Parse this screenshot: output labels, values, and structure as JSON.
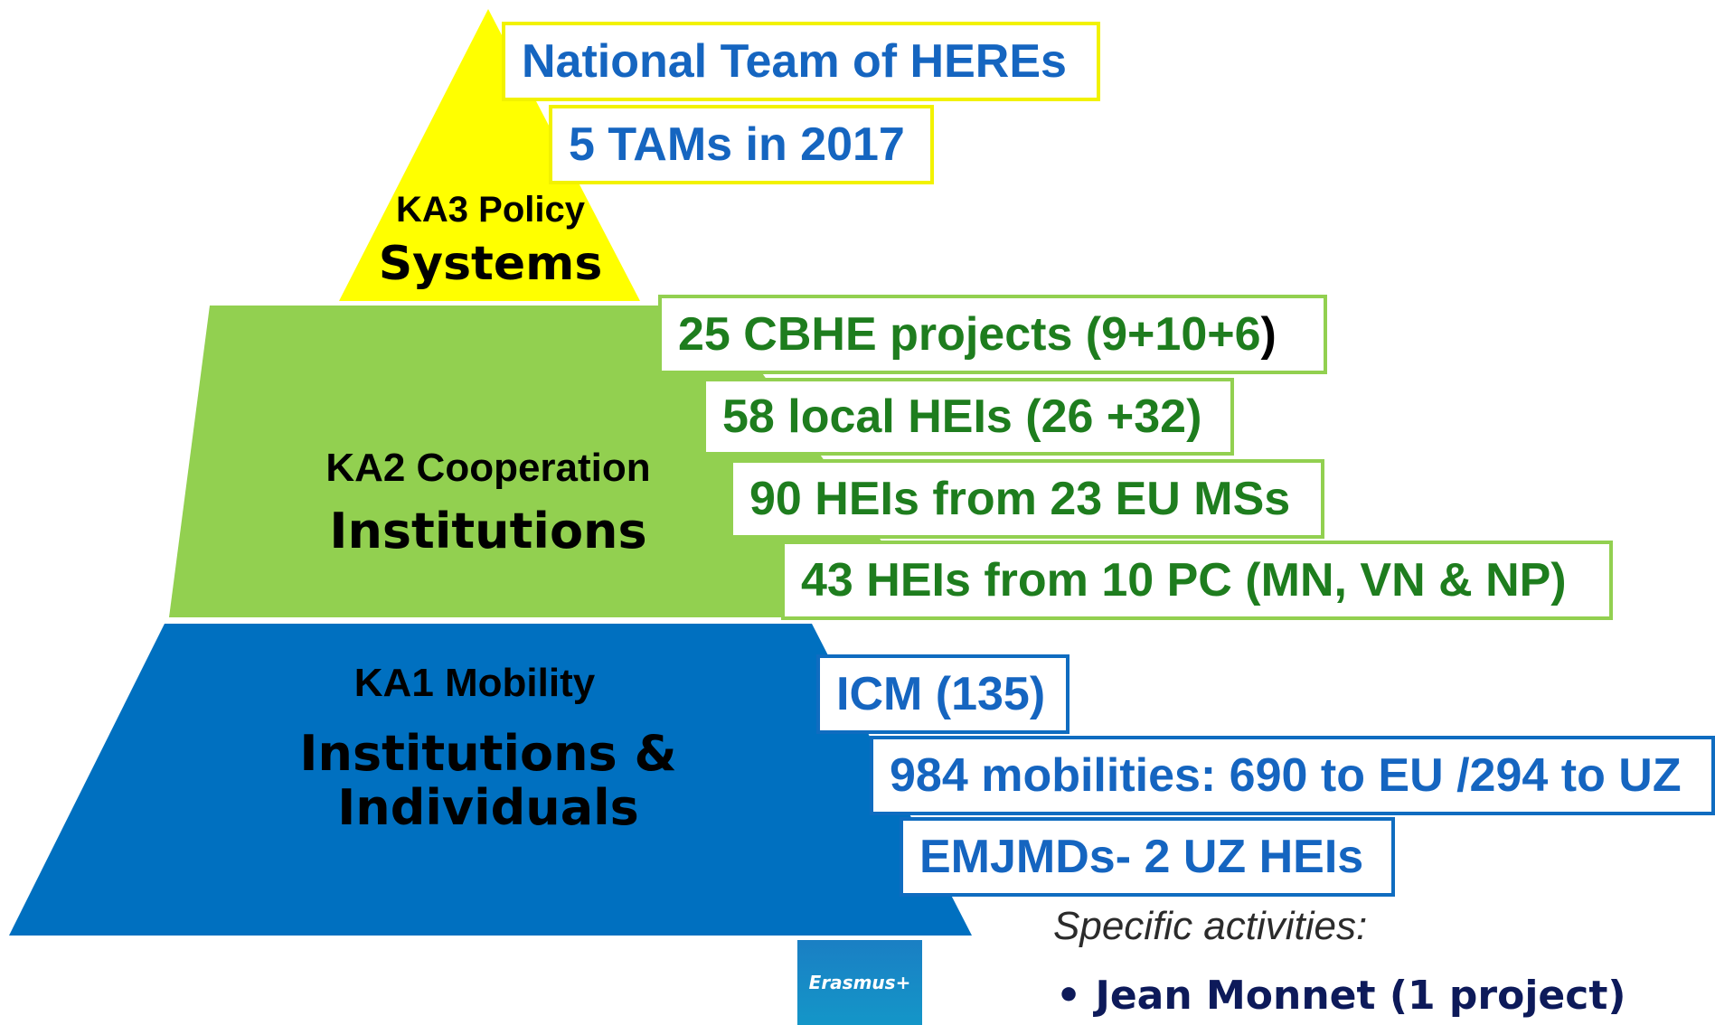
{
  "levels": {
    "ka3": {
      "program": "KA3 Policy",
      "target": "Systems",
      "color": "#ffff00"
    },
    "ka2": {
      "program": "KA2 Cooperation",
      "target": "Institutions",
      "color": "#92d050"
    },
    "ka1": {
      "program": "KA1 Mobility",
      "target_line1": "Institutions &",
      "target_line2": "Individuals",
      "color": "#0070c0"
    }
  },
  "boxes": {
    "ka3": [
      "National Team of HEREs",
      "5 TAMs in 2017"
    ],
    "ka2": [
      "25 CBHE projects (9+10+6",
      ")",
      "58 local HEIs (26 +32)",
      "90 HEIs from 23 EU MSs",
      "43 HEIs from 10 PC (MN, VN & NP)"
    ],
    "ka1": [
      "ICM (135)",
      "984 mobilities: 690 to EU /294 to UZ",
      "EMJMDs- 2 UZ HEIs"
    ]
  },
  "specific": {
    "label": "Specific activities:",
    "bullet": "•",
    "item": "Jean Monnet (1 project)"
  },
  "logo": {
    "text": "Erasmus+"
  }
}
